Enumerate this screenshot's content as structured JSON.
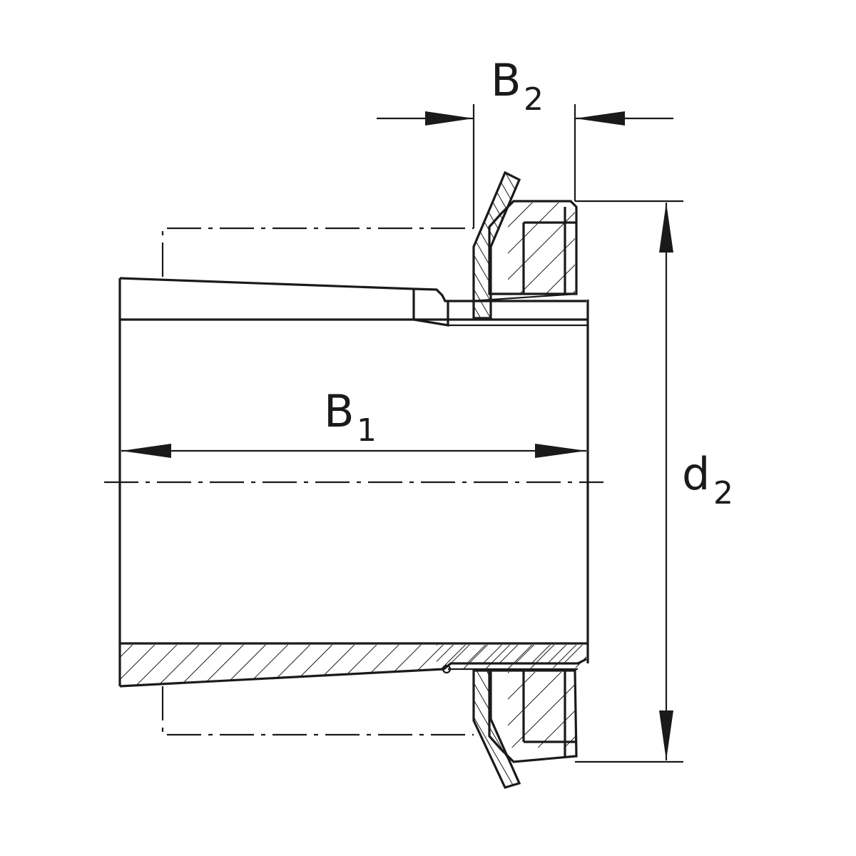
{
  "labels": {
    "b2_main": "B",
    "b2_sub": "2",
    "b1_main": "B",
    "b1_sub": "1",
    "d2_main": "d",
    "d2_sub": "2"
  },
  "colors": {
    "line": "#1a1a1a",
    "background": "#ffffff"
  }
}
